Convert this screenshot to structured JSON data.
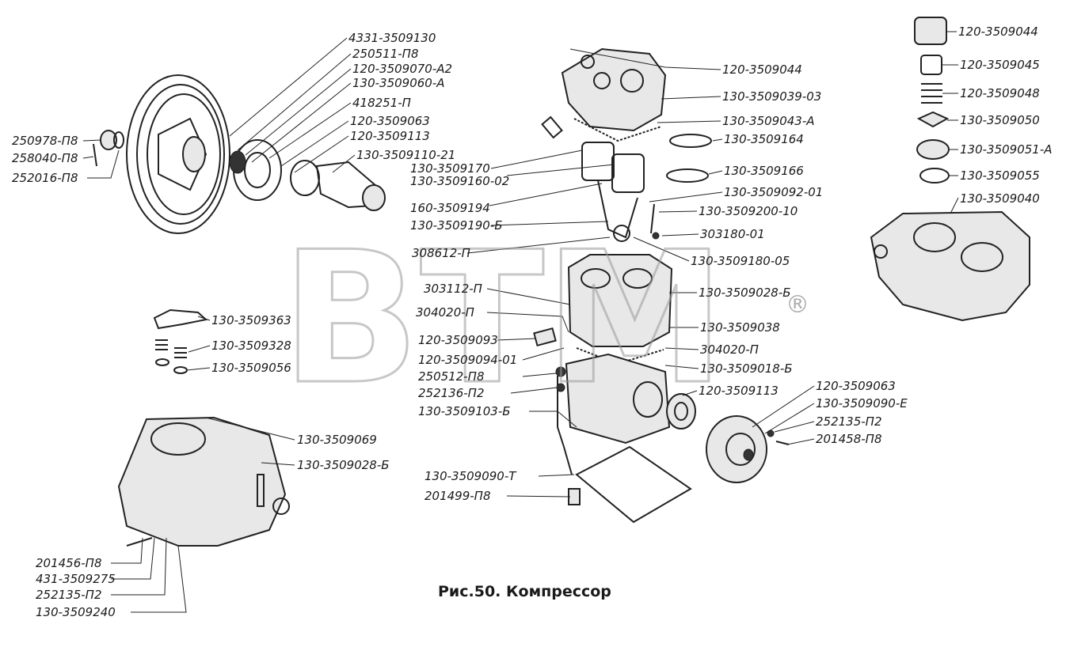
{
  "caption": "Рис.50. Компрессор",
  "watermark": "BTM",
  "watermark_mark": "®",
  "labels": [
    {
      "id": "l01",
      "text": "4331-3509130"
    },
    {
      "id": "l02",
      "text": "250511-П8"
    },
    {
      "id": "l03",
      "text": "120-3509070-А2"
    },
    {
      "id": "l04",
      "text": "130-3509060-А"
    },
    {
      "id": "l05",
      "text": "418251-П"
    },
    {
      "id": "l06",
      "text": "120-3509063"
    },
    {
      "id": "l07",
      "text": "120-3509113"
    },
    {
      "id": "l08",
      "text": "130-3509110-21"
    },
    {
      "id": "l09",
      "text": "250978-П8"
    },
    {
      "id": "l10",
      "text": "258040-П8"
    },
    {
      "id": "l11",
      "text": "252016-П8"
    },
    {
      "id": "l12",
      "text": "120-3509044"
    },
    {
      "id": "l13",
      "text": "130-3509039-03"
    },
    {
      "id": "l14",
      "text": "130-3509043-А"
    },
    {
      "id": "l15",
      "text": "130-3509164"
    },
    {
      "id": "l16",
      "text": "130-3509166"
    },
    {
      "id": "l17",
      "text": "130-3509170"
    },
    {
      "id": "l18",
      "text": "130-3509160-02"
    },
    {
      "id": "l19",
      "text": "160-3509194"
    },
    {
      "id": "l20",
      "text": "130-3509092-01"
    },
    {
      "id": "l21",
      "text": "130-3509200-10"
    },
    {
      "id": "l22",
      "text": "130-3509190-Б"
    },
    {
      "id": "l23",
      "text": "303180-01"
    },
    {
      "id": "l24",
      "text": "308612-П"
    },
    {
      "id": "l25",
      "text": "130-3509180-05"
    },
    {
      "id": "l26",
      "text": "303112-П"
    },
    {
      "id": "l27",
      "text": "130-3509028-Б"
    },
    {
      "id": "l28",
      "text": "304020-П"
    },
    {
      "id": "l29",
      "text": "130-3509038"
    },
    {
      "id": "l30",
      "text": "120-3509093"
    },
    {
      "id": "l31",
      "text": "304020-П"
    },
    {
      "id": "l32",
      "text": "120-3509094-01"
    },
    {
      "id": "l33",
      "text": "130-3509018-Б"
    },
    {
      "id": "l34",
      "text": "250512-П8"
    },
    {
      "id": "l35",
      "text": "252136-П2"
    },
    {
      "id": "l36",
      "text": "120-3509113"
    },
    {
      "id": "l37",
      "text": "130-3509103-Б"
    },
    {
      "id": "l38",
      "text": "120-3509063"
    },
    {
      "id": "l39",
      "text": "130-3509090-Е"
    },
    {
      "id": "l40",
      "text": "252135-П2"
    },
    {
      "id": "l41",
      "text": "201458-П8"
    },
    {
      "id": "l42",
      "text": "130-3509090-Т"
    },
    {
      "id": "l43",
      "text": "201499-П8"
    },
    {
      "id": "l44",
      "text": "130-3509363"
    },
    {
      "id": "l45",
      "text": "130-3509328"
    },
    {
      "id": "l46",
      "text": "130-3509056"
    },
    {
      "id": "l47",
      "text": "130-3509069"
    },
    {
      "id": "l48",
      "text": "130-3509028-Б"
    },
    {
      "id": "l49",
      "text": "201456-П8"
    },
    {
      "id": "l50",
      "text": "431-3509275"
    },
    {
      "id": "l51",
      "text": "252135-П2"
    },
    {
      "id": "l52",
      "text": "130-3509240"
    },
    {
      "id": "l53",
      "text": "120-3509044"
    },
    {
      "id": "l54",
      "text": "120-3509045"
    },
    {
      "id": "l55",
      "text": "120-3509048"
    },
    {
      "id": "l56",
      "text": "130-3509050"
    },
    {
      "id": "l57",
      "text": "130-3509051-А"
    },
    {
      "id": "l58",
      "text": "130-3509055"
    },
    {
      "id": "l59",
      "text": "130-3509040"
    }
  ]
}
